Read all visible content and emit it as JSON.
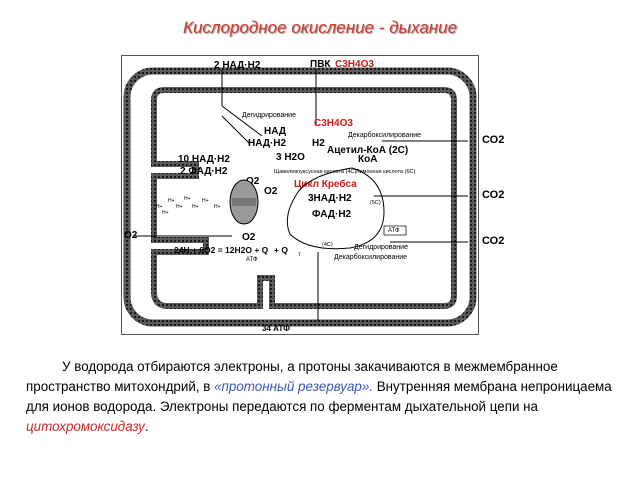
{
  "title": "Кислородное окисление - дыхание",
  "diagram": {
    "pvk": "ПВК",
    "pvk_formula": "C3H4O3",
    "nad_top": "2 НАД·Н2",
    "dehydration": "Дегидрирование",
    "decarboxylation": "Декарбоксилирование",
    "c3h4o3": "C3H4O3",
    "nad": "НАД",
    "nadh2": "НАД·Н2",
    "h2": "Н2",
    "acetyl_coa": "Ацетил-КоА (2С)",
    "h2o": "3 Н2О",
    "koa": "КоА",
    "oxaloacetic": "Щавелевоуксусная кислота (4С)",
    "citric": "Лимонная кислота (6С)",
    "nadh_10": "10 НАД·Н2",
    "fadh_2": "2 ФАД·Н2",
    "krebs": "Цикл Кребса",
    "nadh_3": "3НАД·Н2",
    "fadh": "ФАД·Н2",
    "c5": "(5С)",
    "c4": "(4С)",
    "atp_small": "АТФ",
    "o2_a": "О2",
    "o2_b": "О2",
    "o2_c": "О2",
    "o2_left": "О2",
    "co2_1": "СО2",
    "co2_2": "СО2",
    "co2_3": "СО2",
    "dehydration2": "Дегидрирование",
    "decarboxylation2": "Декарбоксилирование",
    "equation": "24Н + 6О2 = 12Н2О + Q",
    "plus_q": "+ Q",
    "q_sub": "т",
    "atf_eq": "АТФ",
    "atf_34": "34 АТФ",
    "h_plus": "Н+"
  },
  "caption": {
    "part1": "У водорода отбираются электроны, а протоны закачиваются в межмембранное пространство митохондрий, в ",
    "part2": "«протонный резервуар».",
    "part3": " Внутренняя мембрана непроницаема для ионов водорода. Электроны передаются по ферментам дыхательной цепи на ",
    "part4": "цитохромоксидазу",
    "part5": "."
  },
  "colors": {
    "title": "#cc3b2c",
    "red": "#d01818",
    "blue": "#3a57b8"
  }
}
